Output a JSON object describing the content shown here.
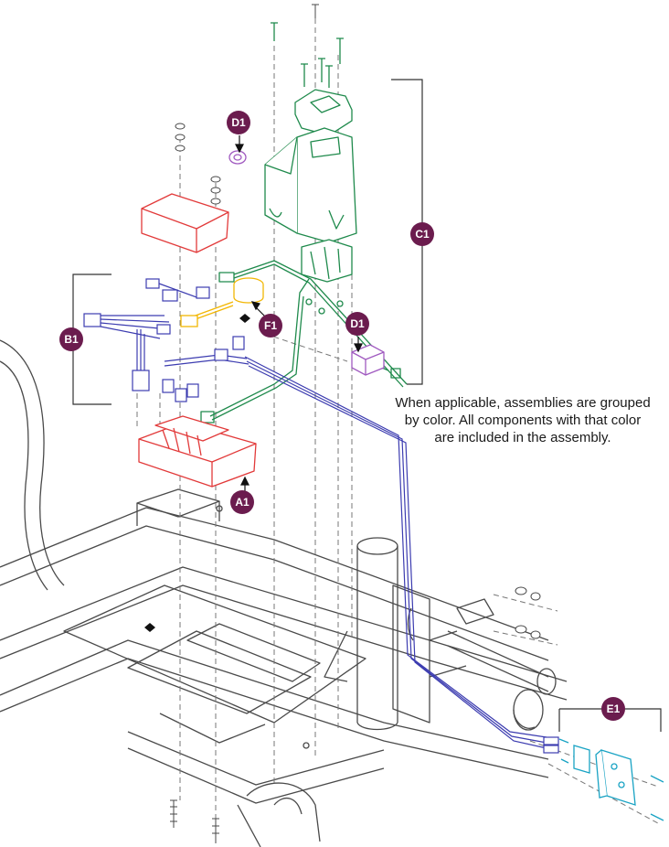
{
  "colors": {
    "line": "#4a4a4a",
    "badge": "#6b1c4e",
    "red": "#e23a3a",
    "green": "#1f8a4c",
    "blue": "#3c3cb0",
    "yellow": "#f2b705",
    "purple": "#a05ac0",
    "cyan": "#19a3c4"
  },
  "labels": {
    "a1": "A1",
    "b1": "B1",
    "c1": "C1",
    "d1_top": "D1",
    "d1_mid": "D1",
    "e1": "E1",
    "f1": "F1"
  },
  "note": {
    "line1": "When applicable, assemblies are grouped",
    "line2": "by color. All components with that color",
    "line3": "are included in the assembly."
  }
}
